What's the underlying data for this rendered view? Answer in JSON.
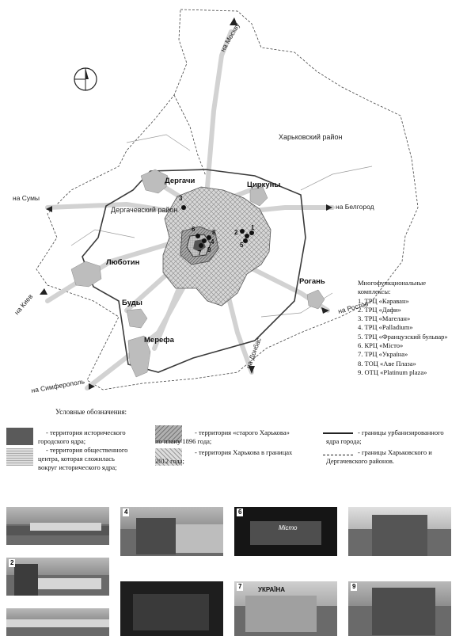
{
  "map": {
    "compass_icon": "compass-rose-icon",
    "district_label": "Харьковский район",
    "dergachevsky_district": "Дергачевский район",
    "towns": [
      "Дергачи",
      "Циркуны",
      "Люботин",
      "Буды",
      "Мерефа",
      "Рогань"
    ],
    "roads": [
      "на Москву",
      "на Сумы",
      "на Белгород",
      "на Киев",
      "на Ростов",
      "на Симферополь",
      "на Донбас"
    ],
    "markers": [
      "1",
      "2",
      "3",
      "4",
      "5",
      "6",
      "7",
      "8",
      "9"
    ]
  },
  "complexes": {
    "title_line1": "Многофункциональные",
    "title_line2": "комплексы:",
    "items": [
      "1. ТРЦ «Караван»",
      "2. ТРЦ «Дафи»",
      "3. ТРЦ «Магелан»",
      "4. ТРЦ «Palladium»",
      "5. ТРЦ «Французский бульвар»",
      "6. КРЦ «Місто»",
      "7. ТРЦ «Україна»",
      "8. ТОЦ «Аве Плаза»",
      "9. ОТЦ «Platinum plaza»"
    ]
  },
  "legend": {
    "title": "Условные обозначения:",
    "item1_line1": "- территория исторического",
    "item1_line2": "городского ядра;",
    "item2_line1": "- территория общественного",
    "item2_line2": "центра, которая сложилась",
    "item2_line3": "вокруг исторического ядра;",
    "item3_line1": "- территория «старого Харькова»",
    "item3_line2": "по плану 1896 года;",
    "item4_line1": "- территория Харькова в границах",
    "item4_line2": "2012 года;",
    "item5_line1": "- границы урбанизированного",
    "item5_line2": "ядра города;",
    "item6_line1": "- границы Харьковского и",
    "item6_line2": "Дергачевского районов."
  },
  "photos": {
    "labels": [
      "2",
      "4",
      "6",
      "7",
      "9"
    ],
    "misto_sign": "Місто",
    "ukraina_sign": "УКРАЇНА"
  },
  "colors": {
    "city_fill": "#c9c9c9",
    "towns_fill": "#bdbdbd",
    "ring": "#3a3a3a",
    "roads": "#d4d4d4"
  }
}
